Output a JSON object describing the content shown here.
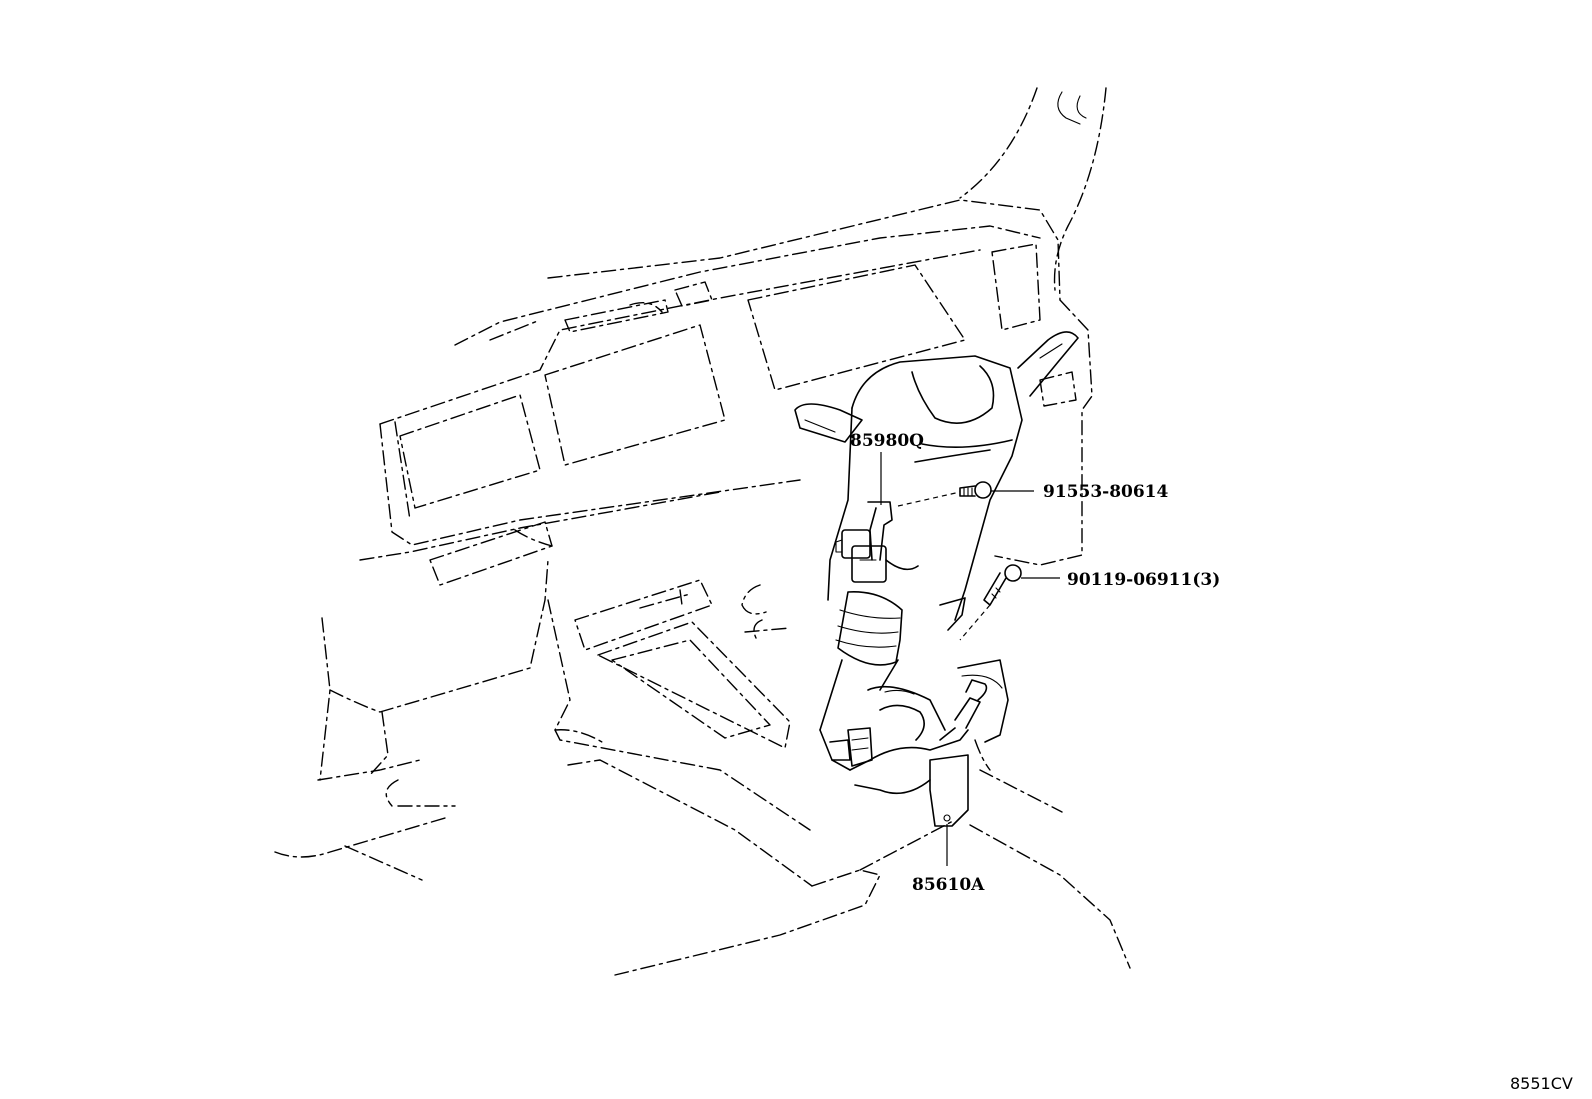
{
  "parts": [
    {
      "id": "p1",
      "number": "85980Q"
    },
    {
      "id": "p2",
      "number": "91553-80614"
    },
    {
      "id": "p3",
      "number": "90119-06911(3)"
    },
    {
      "id": "p4",
      "number": "85610A"
    }
  ],
  "figure_code": "8551CV"
}
